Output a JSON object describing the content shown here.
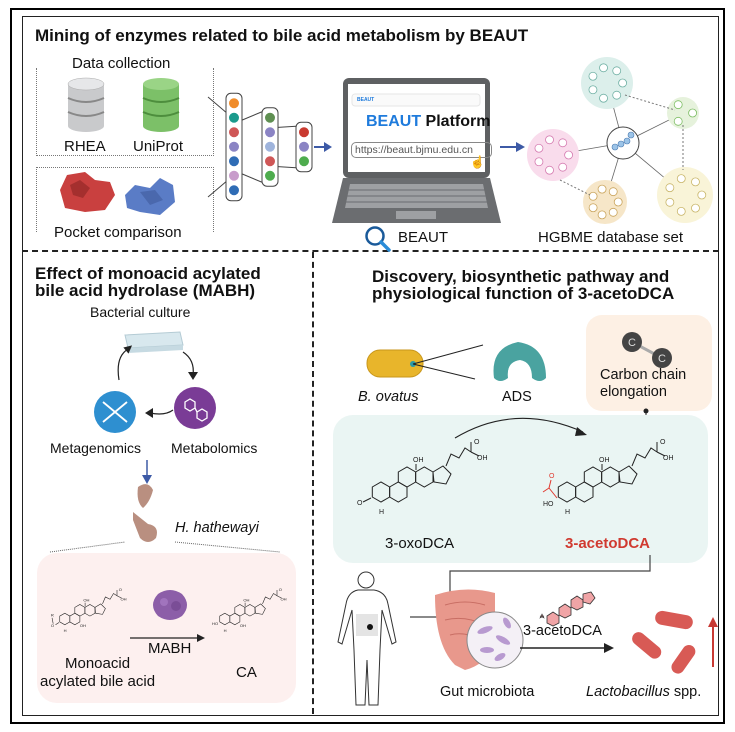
{
  "panel_top": {
    "title": "Mining of enzymes related to bile acid metabolism by BEAUT",
    "data_collection_label": "Data collection",
    "databases": [
      {
        "name": "RHEA",
        "color": "#c9cacc"
      },
      {
        "name": "UniProt",
        "color": "#7cc068"
      }
    ],
    "pocket_label": "Pocket comparison",
    "network_layers": [
      [
        "#f08c2a",
        "#1a9a8c",
        "#cf5757",
        "#8b84c4",
        "#2f6cb5",
        "#c89ccb",
        "#2f6cb5"
      ],
      [
        "#5f8f52",
        "#8b84c4",
        "#9fb4dc",
        "#cf5757",
        "#4eac4e"
      ],
      [
        "#c93a30",
        "#8b84c4",
        "#4eac4e"
      ]
    ],
    "laptop": {
      "brand_small": "BEAUT",
      "heading_accent": "BEAUT",
      "heading_rest": " Platform",
      "url": "https://beaut.bjmu.edu.cn",
      "accent_color": "#1f7bdc"
    },
    "search_label": "BEAUT",
    "database_set_label": "HGBME database set"
  },
  "panel_left": {
    "title_line1": "Effect of monoacid acylated",
    "title_line2": "bile acid hydrolase (MABH)",
    "cycle": {
      "top": "Bacterial culture",
      "left": "Metagenomics",
      "right": "Metabolomics"
    },
    "organism": "H. hathewayi",
    "reaction": {
      "substrate_line1": "Monoacid",
      "substrate_line2": "acylated bile acid",
      "enzyme": "MABH",
      "product": "CA"
    }
  },
  "panel_right": {
    "title_line1": "Discovery, biosynthetic pathway and",
    "title_line2": "physiological function of 3-acetoDCA",
    "organism": "B. ovatus",
    "enzyme": "ADS",
    "carbon_label_line1": "Carbon chain",
    "carbon_label_line2": "elongation",
    "atom_symbol": "C",
    "substrate": "3-oxoDCA",
    "product": "3-acetoDCA",
    "gut_label": "Gut microbiota",
    "arrow_label": "3-acetoDCA",
    "bacteria_genus": "Lactobacillus",
    "bacteria_suffix": " spp."
  }
}
